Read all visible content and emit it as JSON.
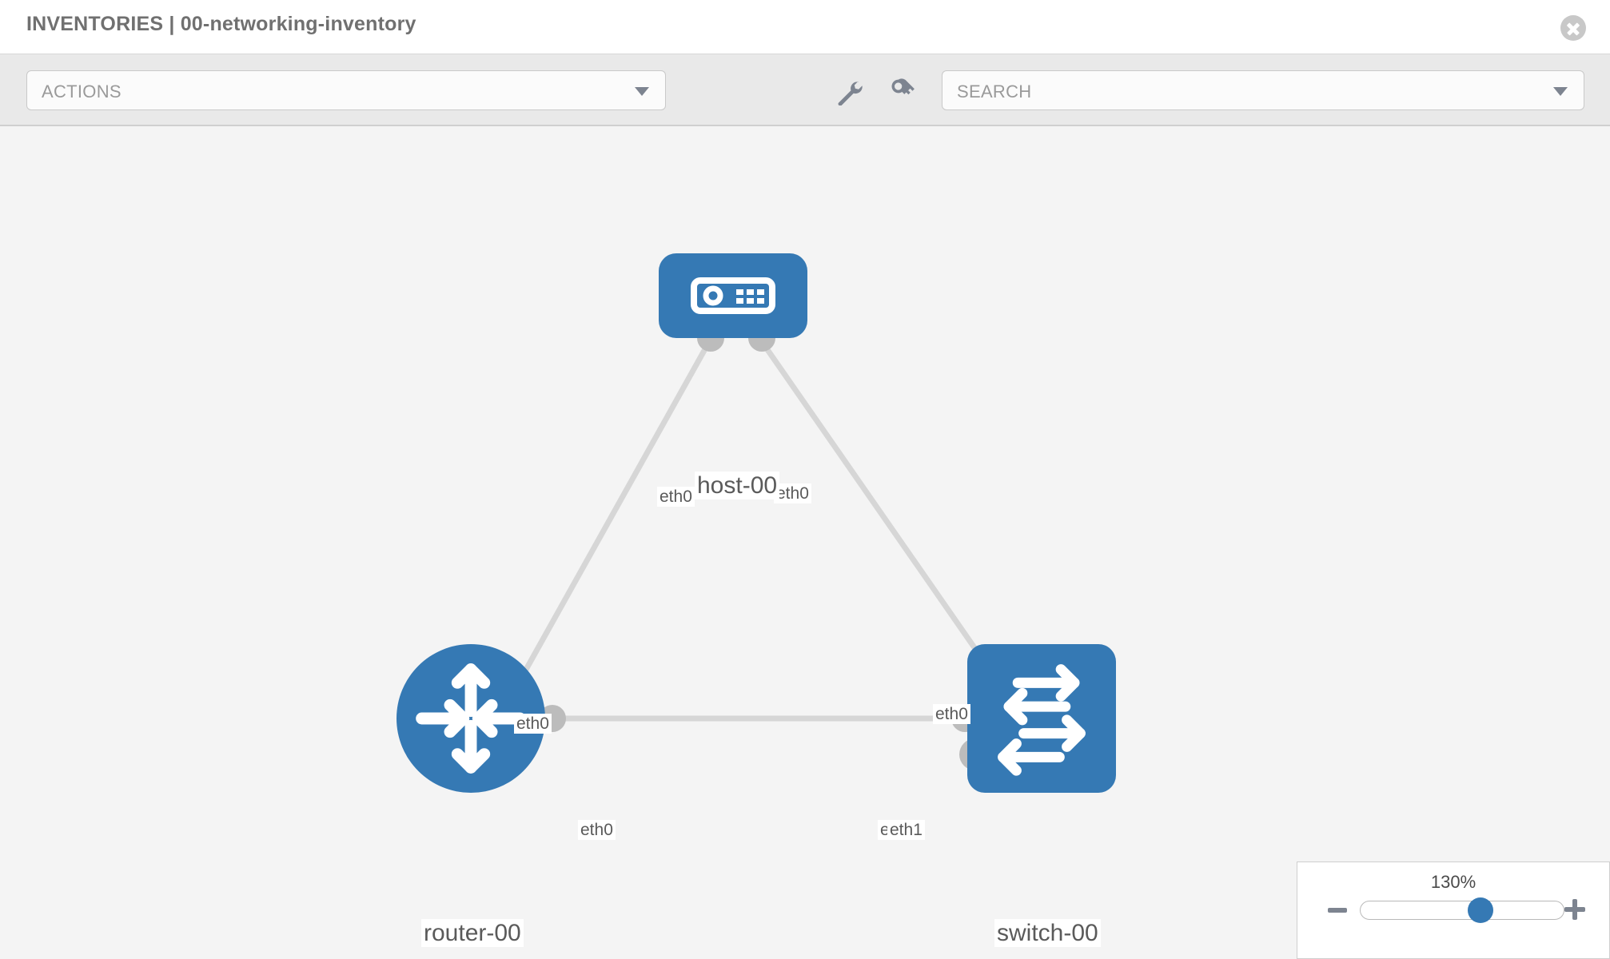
{
  "header": {
    "title": "INVENTORIES | 00-networking-inventory",
    "close_icon": "close-circle-icon"
  },
  "toolbar": {
    "actions_label": "ACTIONS",
    "actions_caret": "chevron-down-icon",
    "wrench_icon": "wrench-icon",
    "key_icon": "key-icon",
    "search_placeholder": "SEARCH",
    "search_caret": "chevron-down-icon"
  },
  "topology": {
    "nodes": [
      {
        "id": "host-00",
        "label": "host-00",
        "type": "host",
        "icon": "server-device-icon"
      },
      {
        "id": "router-00",
        "label": "router-00",
        "type": "router",
        "icon": "router-arrows-icon"
      },
      {
        "id": "switch-00",
        "label": "switch-00",
        "type": "switch",
        "icon": "switch-arrows-icon"
      }
    ],
    "port_labels": {
      "host_left": "eth0",
      "host_right": "eth0",
      "router_up": "eth0",
      "switch_up": "eth0",
      "router_right": "eth0",
      "switch_left_under": "eth0",
      "switch_left": "eth1"
    },
    "links": [
      {
        "from": "host-00",
        "from_port": "eth0",
        "to": "router-00",
        "to_port": "eth0"
      },
      {
        "from": "host-00",
        "from_port": "eth0",
        "to": "switch-00",
        "to_port": "eth0"
      },
      {
        "from": "router-00",
        "from_port": "eth0",
        "to": "switch-00",
        "to_port": "eth1"
      }
    ],
    "colors": {
      "node_blue": "#3579b4",
      "handle_gray": "#bcbcbc",
      "link_gray": "#d6d6d6",
      "canvas_bg": "#f4f4f4"
    }
  },
  "zoom_control": {
    "value_label": "130%",
    "minus_label": "zoom-out",
    "plus_label": "zoom-in",
    "slider_percent": 60
  }
}
